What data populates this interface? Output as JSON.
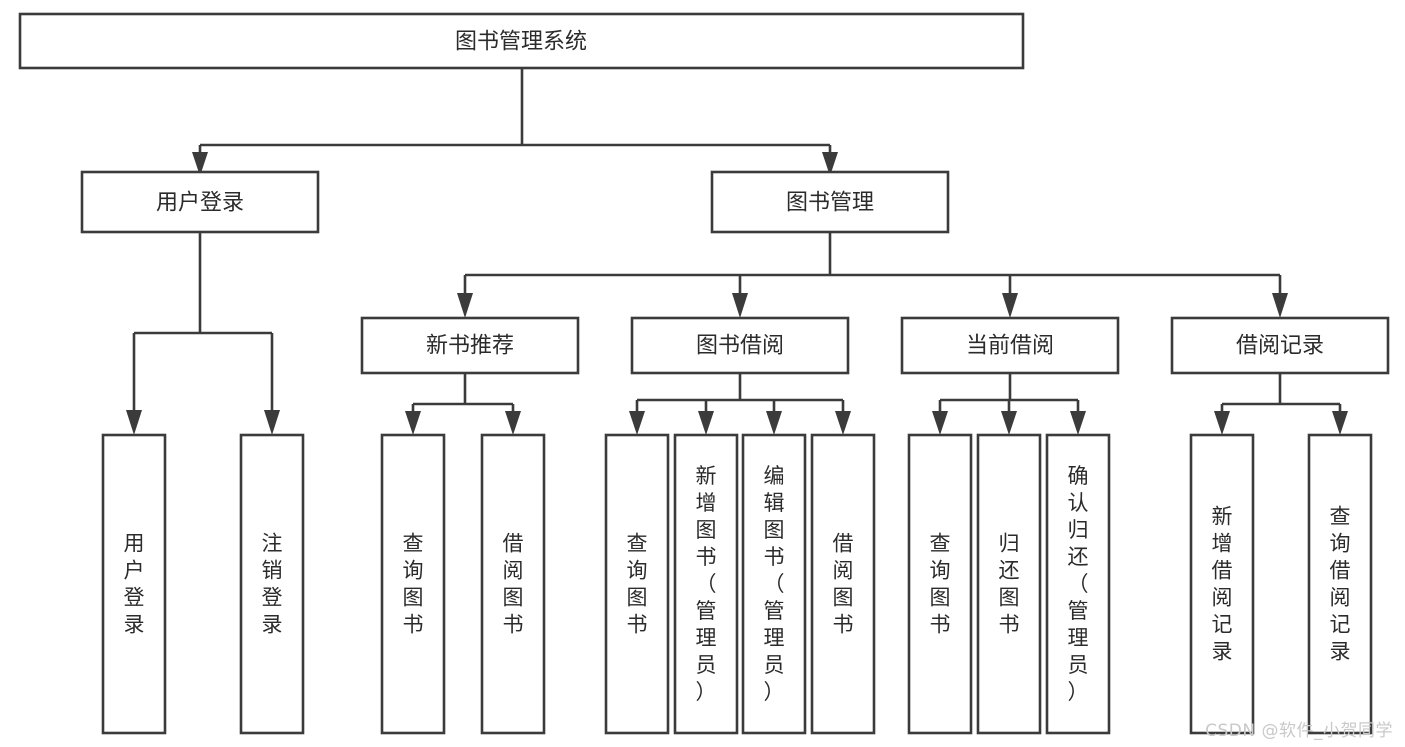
{
  "diagram": {
    "title": "图书管理系统",
    "type": "hierarchy-tree",
    "colors": {
      "box_stroke": "#3b3b3b",
      "box_fill": "#ffffff",
      "text": "#2b2b2b",
      "background": "#ffffff",
      "watermark": "#c9c9c9"
    },
    "root": {
      "label": "图书管理系统"
    },
    "level1": [
      {
        "label": "用户登录"
      },
      {
        "label": "图书管理"
      }
    ],
    "level2": [
      {
        "label": "新书推荐"
      },
      {
        "label": "图书借阅"
      },
      {
        "label": "当前借阅"
      },
      {
        "label": "借阅记录"
      }
    ],
    "leaves": {
      "user_login": [
        {
          "label": "用户登录"
        },
        {
          "label": "注销登录"
        }
      ],
      "new_book_recommend": [
        {
          "label": "查询图书"
        },
        {
          "label": "借阅图书"
        }
      ],
      "book_borrow": [
        {
          "label": "查询图书"
        },
        {
          "label": "新增图书（管理员）"
        },
        {
          "label": "编辑图书（管理员）"
        },
        {
          "label": "借阅图书"
        }
      ],
      "current_borrow": [
        {
          "label": "查询图书"
        },
        {
          "label": "归还图书"
        },
        {
          "label": "确认归还（管理员）"
        }
      ],
      "borrow_record": [
        {
          "label": "新增借阅记录"
        },
        {
          "label": "查询借阅记录"
        }
      ]
    }
  },
  "watermark": {
    "text": "CSDN @软件_小贺同学"
  }
}
